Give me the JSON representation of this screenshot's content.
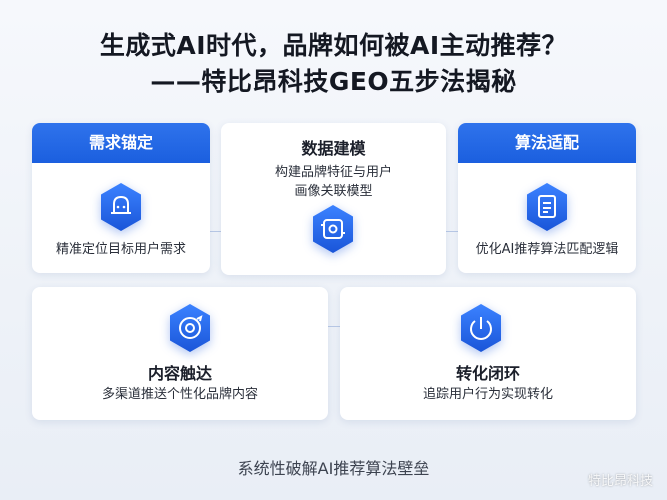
{
  "title": {
    "line1": "生成式AI时代，品牌如何被AI主动推荐？",
    "line2": "——特比昂科技GEO五步法揭秘"
  },
  "steps": {
    "demand": {
      "title": "需求锚定",
      "desc": "精准定位目标用户需求",
      "icon": "bell-icon"
    },
    "modeling": {
      "title": "数据建模",
      "desc_line1": "构建品牌特征与用户",
      "desc_line2": "画像关联模型",
      "icon": "cube-box-icon"
    },
    "algorithm": {
      "title": "算法适配",
      "desc": "优化AI推荐算法匹配逻辑",
      "icon": "document-icon"
    },
    "reach": {
      "title": "内容触达",
      "desc": "多渠道推送个性化品牌内容",
      "icon": "target-icon"
    },
    "conversion": {
      "title": "转化闭环",
      "desc": "追踪用户行为实现转化",
      "icon": "power-icon"
    }
  },
  "footer": "系统性破解AI推荐算法壁垒",
  "watermark": "特比昂科技",
  "colors": {
    "accent": "#1f62e4",
    "card_bg": "#ffffff",
    "page_bg": "#f1f4fa"
  }
}
